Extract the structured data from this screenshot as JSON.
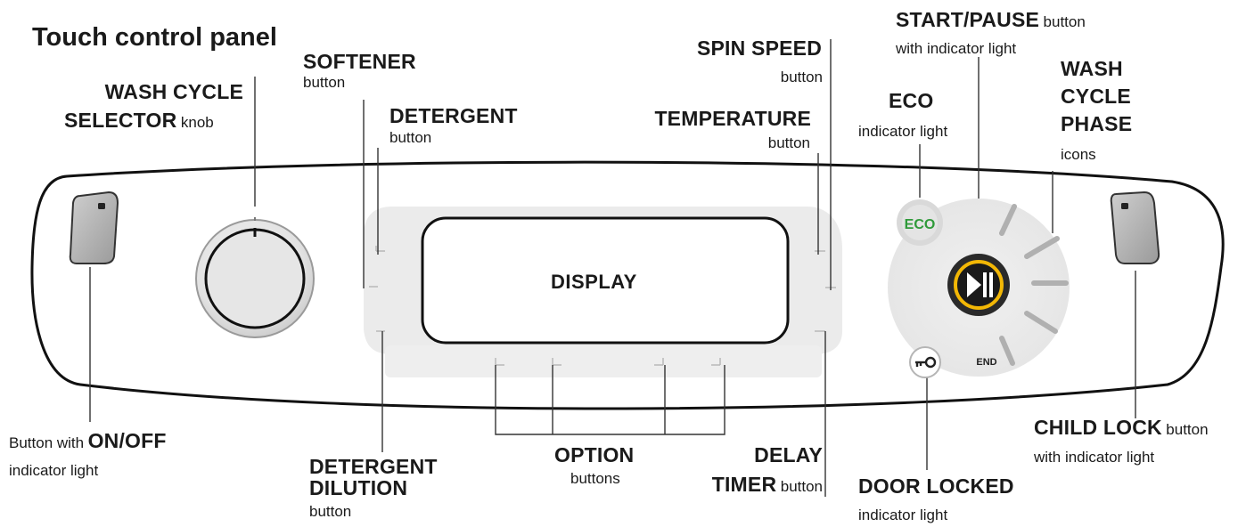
{
  "title": "Touch control panel",
  "display_label": "DISPLAY",
  "eco_badge": "ECO",
  "end_label": "END",
  "labels": {
    "softener": {
      "bold": "SOFTENER",
      "normal": "button"
    },
    "wash_cycle_selector": {
      "bold1": "WASH CYCLE",
      "bold2": "SELECTOR",
      "normal": "knob"
    },
    "detergent": {
      "bold": "DETERGENT",
      "normal": "button"
    },
    "spin_speed": {
      "bold": "SPIN SPEED",
      "normal": "button"
    },
    "temperature": {
      "bold": "TEMPERATURE",
      "normal": "button"
    },
    "start_pause": {
      "bold": "START/PAUSE",
      "normal1": "button",
      "normal2": "with indicator light"
    },
    "eco": {
      "bold": "ECO",
      "normal": "indicator light"
    },
    "wash_cycle_phase": {
      "bold1": "WASH",
      "bold2": "CYCLE",
      "bold3": "PHASE",
      "normal": "icons"
    },
    "on_off": {
      "normal1": "Button with",
      "bold": "ON/OFF",
      "normal2": "indicator light"
    },
    "detergent_dilution": {
      "bold1": "DETERGENT",
      "bold2": "DILUTION",
      "normal": "button"
    },
    "option": {
      "bold": "OPTION",
      "normal": "buttons"
    },
    "delay_timer": {
      "bold1": "DELAY",
      "bold2": "TIMER",
      "normal": "button"
    },
    "door_locked": {
      "bold": "DOOR LOCKED",
      "normal": "indicator light"
    },
    "child_lock": {
      "bold": "CHILD LOCK",
      "normal1": "button",
      "normal2": "with indicator light"
    }
  },
  "colors": {
    "accent_ring": "#f2b705",
    "eco_green": "#2f9a3a",
    "panel_outline": "#111111",
    "leader_line": "#333333"
  }
}
